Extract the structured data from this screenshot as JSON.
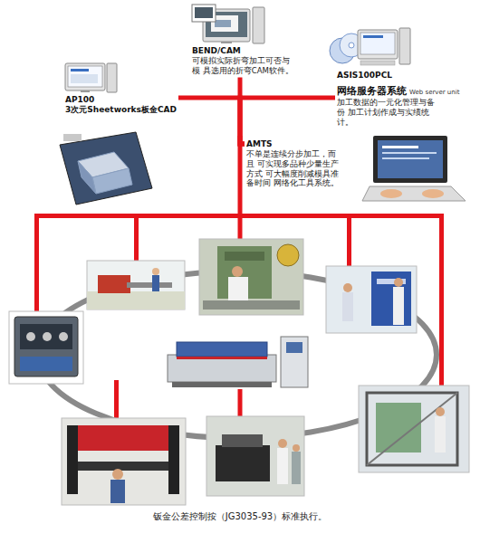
{
  "diagram": {
    "caption": "钣金公差控制按（JG3035-93）标准执行。",
    "nodes": [
      {
        "text": [
          "AP100",
          "3次元Sheetworks板金CAD"
        ]
      },
      {
        "text": [
          "BEND/CAM",
          "可模拟实际折弯加工可否与模 具选用的折弯CAM软件。"
        ]
      },
      {
        "text": [
          "ASIS100PCL",
          "网络服务器系统",
          "Web server unit",
          "加工数据的一元化管理与备份 加工计划作成与实绩统计。"
        ]
      },
      {
        "text": [
          "AMTS",
          "不单是连续分步加工，而且 可实现多品种少量生产方式 可大幅度削减模具准备时间 网络化工具系统。"
        ]
      }
    ],
    "edges": [
      {
        "from": 0,
        "to": 3,
        "arrow": "none"
      },
      {
        "from": 1,
        "to": 3,
        "arrow": "none"
      },
      {
        "from": 2,
        "to": 3,
        "arrow": "none"
      }
    ]
  }
}
